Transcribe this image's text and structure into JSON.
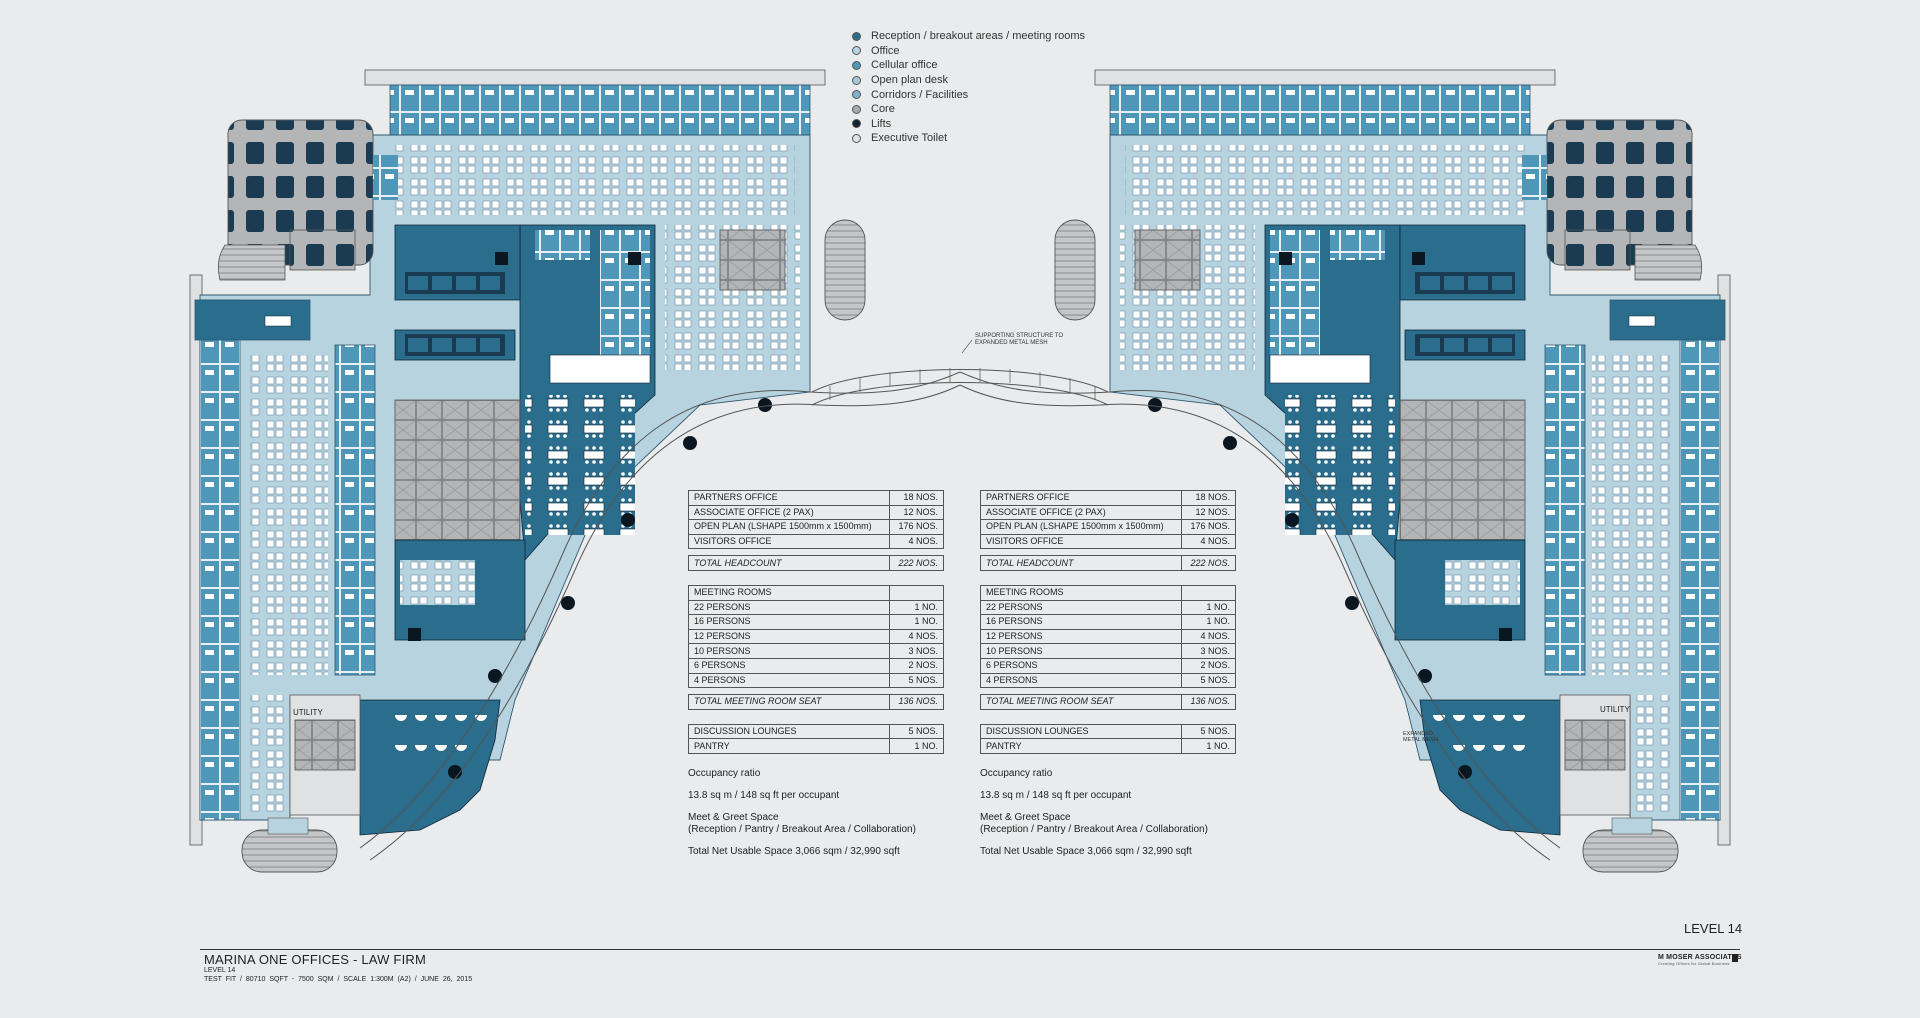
{
  "legend": [
    {
      "label": "Reception / breakout areas / meeting rooms",
      "color": "#2a6d8c"
    },
    {
      "label": "Office",
      "color": "#b7d3e0"
    },
    {
      "label": "Cellular office",
      "color": "#4f97b9"
    },
    {
      "label": "Open plan desk",
      "color": "#a9c6d8"
    },
    {
      "label": "Corridors / Facilities",
      "color": "#7fb2cd"
    },
    {
      "label": "Core",
      "color": "#a9abad"
    },
    {
      "label": "Lifts",
      "color": "#0f2536"
    },
    {
      "label": "Executive Toilet",
      "color": "#dfe1e3"
    }
  ],
  "schedule": {
    "headcount": [
      {
        "label": "PARTNERS OFFICE",
        "value": "18 NOS."
      },
      {
        "label": "ASSOCIATE OFFICE (2 PAX)",
        "value": "12 NOS."
      },
      {
        "label": "OPEN PLAN  (LSHAPE 1500mm x 1500mm)",
        "value": "176 NOS."
      },
      {
        "label": "VISITORS OFFICE",
        "value": "4 NOS."
      }
    ],
    "headcount_total": {
      "label": "TOTAL HEADCOUNT",
      "value": "222 NOS."
    },
    "meeting_header": "MEETING ROOMS",
    "meeting": [
      {
        "label": "22 PERSONS",
        "value": "1 NO."
      },
      {
        "label": "16 PERSONS",
        "value": "1 NO."
      },
      {
        "label": "12 PERSONS",
        "value": "4 NOS."
      },
      {
        "label": "10 PERSONS",
        "value": "3 NOS."
      },
      {
        "label": "6 PERSONS",
        "value": "2 NOS."
      },
      {
        "label": "4 PERSONS",
        "value": "5 NOS."
      }
    ],
    "meeting_total": {
      "label": "TOTAL MEETING ROOM SEAT",
      "value": "136 NOS."
    },
    "lounges": [
      {
        "label": "DISCUSSION LOUNGES",
        "value": "5 NOS."
      },
      {
        "label": "PANTRY",
        "value": "1 NO."
      }
    ],
    "notes": {
      "occupancy_title": "Occupancy ratio",
      "occupancy_value": "13.8 sq m /  148 sq ft per occupant",
      "meet_title": "Meet & Greet Space",
      "meet_value": "(Reception / Pantry / Breakout Area / Collaboration)",
      "total": "Total Net Usable Space 3,066 sqm / 32,990 sqft"
    }
  },
  "plan_labels": {
    "support": "SUPPORTING STRUCTURE TO",
    "support2": "EXPANDED METAL MESH",
    "utility": "UTILITY",
    "mesh": "EXPANDED",
    "mesh2": "METAL MESH"
  },
  "footer": {
    "level": "LEVEL 14",
    "project": "MARINA ONE OFFICES - LAW FIRM",
    "sub": "LEVEL 14",
    "meta": "TEST FIT   /  80710  SQFT - 7500 SQM   /   SCALE 1:300M (A2)   /   JUNE 26, 2015",
    "firm": "M MOSER ASSOCIATES",
    "firm_tag": "Creating Offices for Global Business"
  }
}
